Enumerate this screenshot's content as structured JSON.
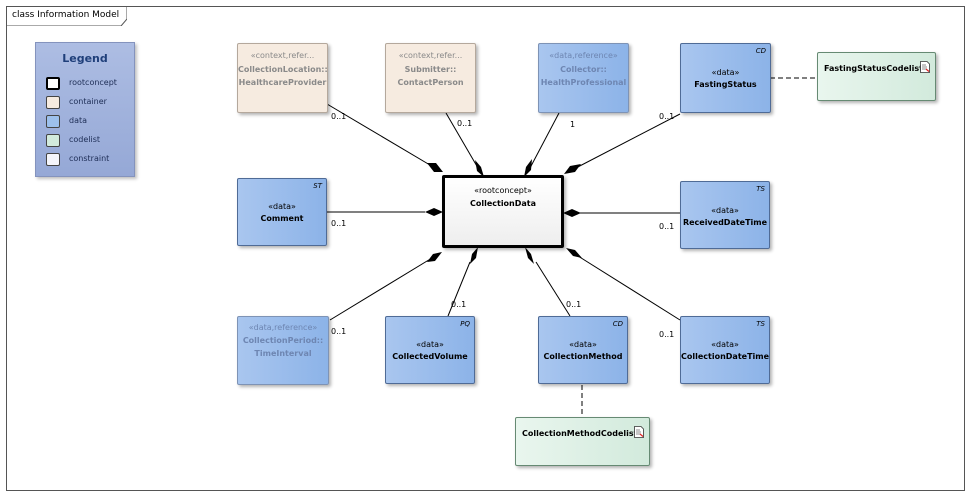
{
  "diagram": {
    "frame_title": "class Information Model"
  },
  "legend": {
    "title": "Legend",
    "items": [
      {
        "label": "rootconcept",
        "color": "#ffffff"
      },
      {
        "label": "container",
        "color": "#f6ebe0"
      },
      {
        "label": "data",
        "color": "#9dc0ec"
      },
      {
        "label": "codelist",
        "color": "#d2eadc"
      },
      {
        "label": "constraint",
        "color": "#f4f5fb"
      }
    ]
  },
  "classes": {
    "location": {
      "stereotype": "«context,refer...",
      "name_line1": "CollectionLocation::",
      "name_line2": "HealthcareProvider"
    },
    "submitter": {
      "stereotype": "«context,refer...",
      "name_line1": "Submitter::",
      "name_line2": "ContactPerson"
    },
    "collector": {
      "stereotype": "«data,reference»",
      "name_line1": "Collector::",
      "name_line2": "HealthProfessional"
    },
    "fasting": {
      "datatype": "CD",
      "stereotype": "«data»",
      "name": "FastingStatus"
    },
    "fasting_codelist": {
      "name": "FastingStatusCodelist"
    },
    "comment": {
      "datatype": "ST",
      "stereotype": "«data»",
      "name": "Comment"
    },
    "root": {
      "stereotype": "«rootconcept»",
      "name": "CollectionData"
    },
    "received": {
      "datatype": "TS",
      "stereotype": "«data»",
      "name": "ReceivedDateTime"
    },
    "period": {
      "stereotype": "«data,reference»",
      "name_line1": "CollectionPeriod::",
      "name_line2": "TimeInterval"
    },
    "volume": {
      "datatype": "PQ",
      "stereotype": "«data»",
      "name": "CollectedVolume"
    },
    "method": {
      "datatype": "CD",
      "stereotype": "«data»",
      "name": "CollectionMethod"
    },
    "datetime": {
      "datatype": "TS",
      "stereotype": "«data»",
      "name": "CollectionDateTime"
    },
    "method_codelist": {
      "name": "CollectionMethodCodelist"
    }
  },
  "multiplicities": {
    "location": "0..1",
    "submitter": "0..1",
    "collector": "1",
    "fasting": "0..1",
    "comment": "0..1",
    "received": "0..1",
    "period": "0..1",
    "volume": "0..1",
    "method": "0..1",
    "datetime": "0..1"
  }
}
